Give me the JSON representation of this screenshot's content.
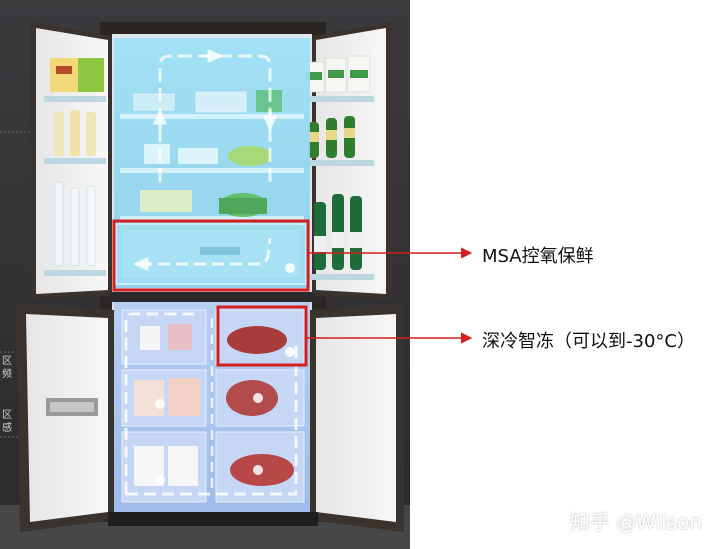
{
  "callouts": [
    {
      "text": "MSA控氧保鲜"
    },
    {
      "text": "深冷智冻（可以到-30°C）"
    }
  ],
  "watermark": "知乎 @Wilson",
  "left_edge_text": [
    "区",
    "频",
    "区",
    "感"
  ],
  "colors": {
    "highlight_red": "#d21f1f",
    "upper_zone_blue": "#8fd6f0",
    "lower_zone_blue": "#a9c4ee",
    "cabinet_dark": "#2b2623",
    "door_white": "#ececec"
  }
}
